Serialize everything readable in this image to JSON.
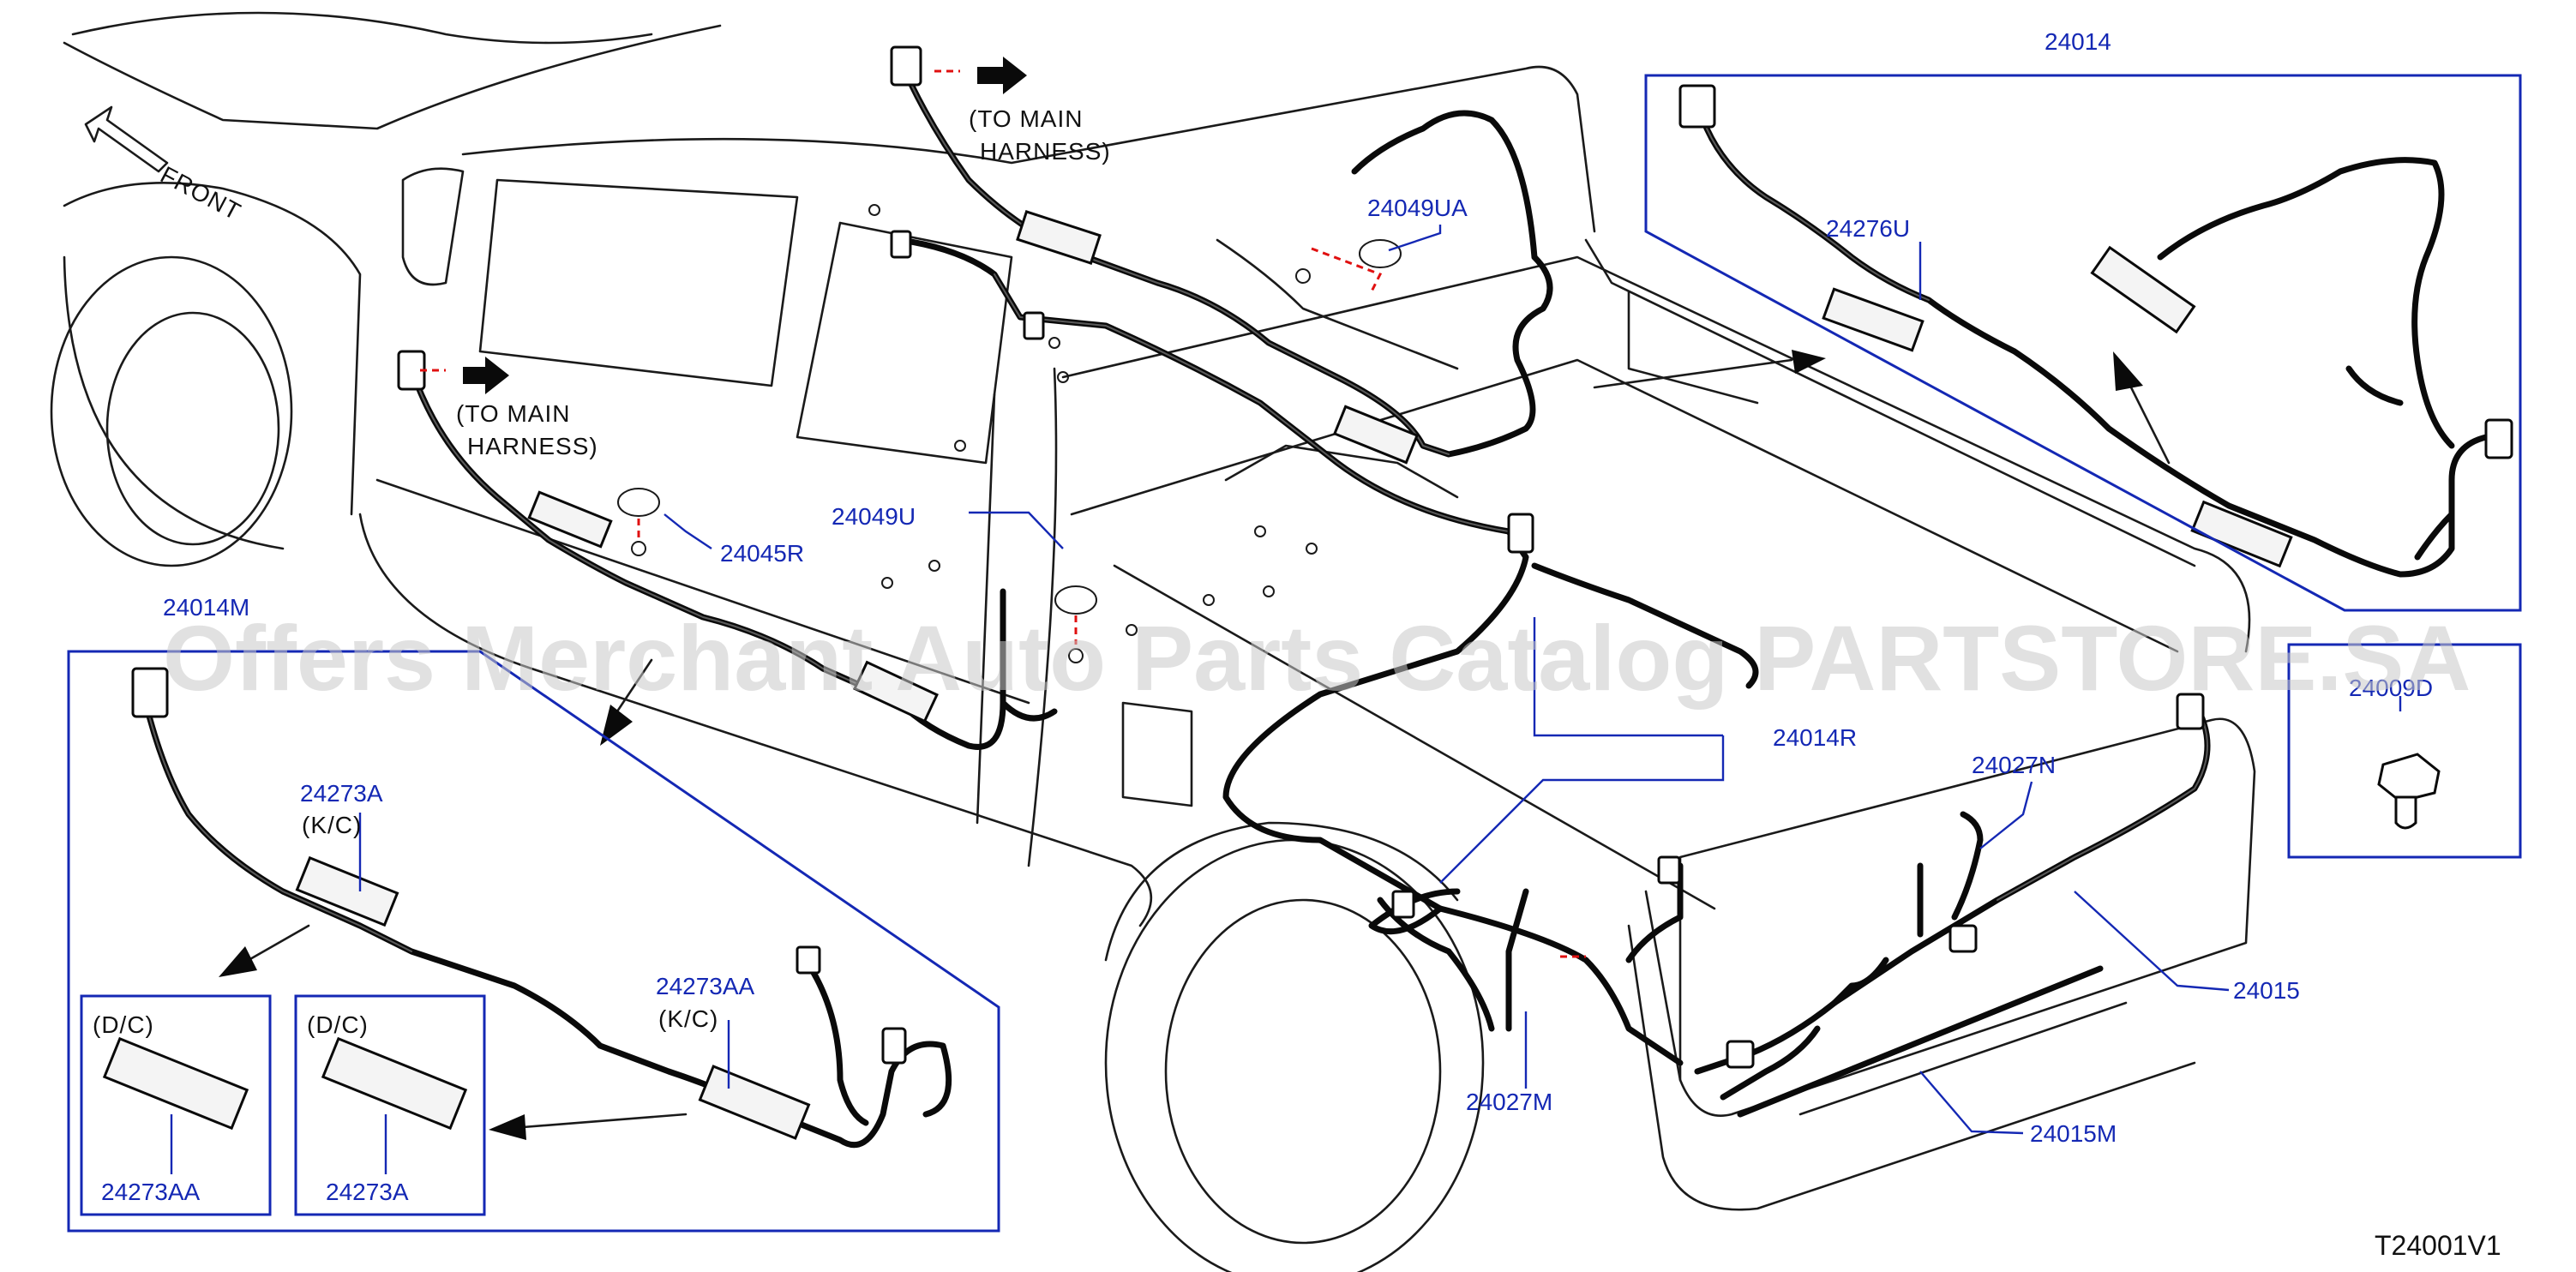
{
  "diagram": {
    "code": "T24001V1",
    "watermark": "Offers Merchant Auto Parts Catalog PARTSTORE.SA",
    "front_label": "FRONT",
    "notes": {
      "to_main_line1": "(TO   MAIN",
      "to_main_line2": "HARNESS)",
      "kc": "(K/C)",
      "dc": "(D/C)"
    },
    "parts": {
      "p24014": "24014",
      "p24276U": "24276U",
      "p24049UA": "24049UA",
      "p24045R": "24045R",
      "p24049U": "24049U",
      "p24014M": "24014M",
      "p24273A": "24273A",
      "p24273AA": "24273AA",
      "p24014R": "24014R",
      "p24027N": "24027N",
      "p24009D": "24009D",
      "p24015": "24015",
      "p24027M": "24027M",
      "p24015M": "24015M"
    },
    "colors": {
      "callout": "#1428b4",
      "outline": "#1a1a1a",
      "ground_mark": "#e01010"
    }
  }
}
